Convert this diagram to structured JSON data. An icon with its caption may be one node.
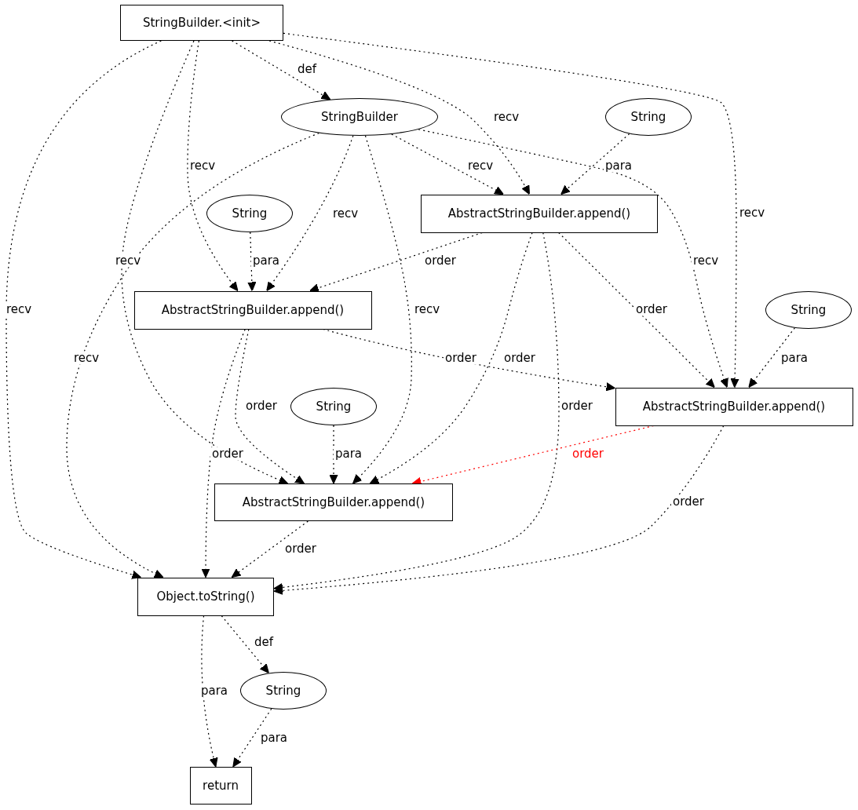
{
  "diagram": {
    "nodes": [
      {
        "text": [
          "StringBuilder.<init>"
        ]
      },
      {
        "text": [
          "StringBuilder"
        ]
      },
      {
        "text": [
          "String"
        ]
      },
      {
        "text": [
          "AbstractStringBuilder.append()"
        ]
      },
      {
        "text": [
          "String"
        ]
      },
      {
        "text": [
          "AbstractStringBuilder.append()"
        ]
      },
      {
        "text": [
          "String"
        ]
      },
      {
        "text": [
          "AbstractStringBuilder.append()"
        ]
      },
      {
        "text": [
          "String"
        ]
      },
      {
        "text": [
          "AbstractStringBuilder.append()"
        ]
      },
      {
        "text": [
          "Object.toString()"
        ]
      },
      {
        "text": [
          "String"
        ]
      },
      {
        "text": [
          "return"
        ]
      }
    ],
    "edges": [
      {
        "from": 0,
        "to": 1,
        "arrow": "to",
        "label": "def",
        "style": "dashed"
      },
      {
        "from": 0,
        "to": 3,
        "arrow": "to",
        "label": "recv",
        "style": "dashed"
      },
      {
        "from": 0,
        "to": 7,
        "arrow": "to",
        "label": "recv",
        "style": "dashed"
      },
      {
        "from": 0,
        "to": 5,
        "arrow": "to",
        "label": "recv",
        "style": "dashed"
      },
      {
        "from": 0,
        "to": 9,
        "arrow": "to",
        "label": "recv",
        "style": "dashed"
      },
      {
        "from": 0,
        "to": 10,
        "arrow": "to",
        "label": "recv",
        "style": "dashed"
      },
      {
        "from": 1,
        "to": 3,
        "arrow": "to",
        "label": "recv",
        "style": "dashed"
      },
      {
        "from": 1,
        "to": 7,
        "arrow": "to",
        "label": "recv",
        "style": "dashed"
      },
      {
        "from": 1,
        "to": 5,
        "arrow": "to",
        "label": "recv",
        "style": "dashed"
      },
      {
        "from": 1,
        "to": 9,
        "arrow": "to",
        "label": "recv",
        "style": "dashed"
      },
      {
        "from": 1,
        "to": 10,
        "arrow": "to",
        "label": "recv",
        "style": "dashed"
      },
      {
        "from": 2,
        "to": 3,
        "arrow": "to",
        "label": "para",
        "style": "dashed"
      },
      {
        "from": 4,
        "to": 5,
        "arrow": "to",
        "label": "para",
        "style": "dashed"
      },
      {
        "from": 3,
        "to": 5,
        "arrow": "to",
        "label": "order",
        "style": "dashed"
      },
      {
        "from": 3,
        "to": 7,
        "arrow": "to",
        "label": "order",
        "style": "dashed"
      },
      {
        "from": 3,
        "to": 9,
        "arrow": "to",
        "label": "order",
        "style": "dashed"
      },
      {
        "from": 3,
        "to": 10,
        "arrow": "to",
        "label": "order",
        "style": "dashed"
      },
      {
        "from": 6,
        "to": 7,
        "arrow": "to",
        "label": "para",
        "style": "dashed"
      },
      {
        "from": 5,
        "to": 7,
        "arrow": "to",
        "label": "order",
        "style": "dashed"
      },
      {
        "from": 5,
        "to": 9,
        "arrow": "to",
        "label": "order",
        "style": "dashed"
      },
      {
        "from": 5,
        "to": 10,
        "arrow": "to",
        "label": "order",
        "style": "dashed"
      },
      {
        "from": 8,
        "to": 9,
        "arrow": "to",
        "label": "para",
        "style": "dashed"
      },
      {
        "from": 7,
        "to": 9,
        "arrow": "to",
        "label": "order",
        "style": "dashed",
        "color": "#ff0000"
      },
      {
        "from": 7,
        "to": 10,
        "arrow": "to",
        "label": "order",
        "style": "dashed"
      },
      {
        "from": 9,
        "to": 10,
        "arrow": "to",
        "label": "order",
        "style": "dashed"
      },
      {
        "from": 10,
        "to": 11,
        "arrow": "to",
        "label": "def",
        "style": "dashed"
      },
      {
        "from": 10,
        "to": 12,
        "arrow": "to",
        "label": "para",
        "style": "dashed"
      },
      {
        "from": 11,
        "to": 12,
        "arrow": "to",
        "label": "para",
        "style": "dashed"
      }
    ]
  }
}
